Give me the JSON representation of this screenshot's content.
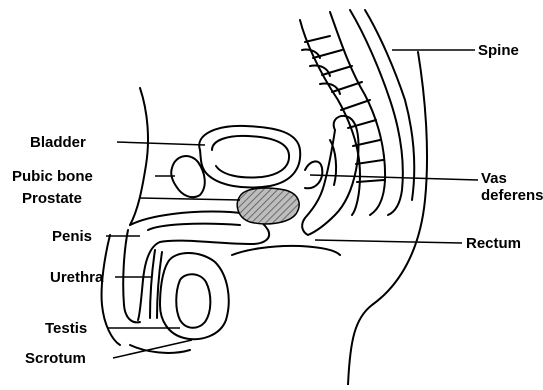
{
  "labels": {
    "spine": "Spine",
    "bladder": "Bladder",
    "pubic_bone": "Pubic bone",
    "prostate": "Prostate",
    "vas_deferens_line1": "Vas",
    "vas_deferens_line2": "deferens",
    "penis": "Penis",
    "rectum": "Rectum",
    "urethra": "Urethra",
    "testis": "Testis",
    "scrotum": "Scrotum"
  },
  "colors": {
    "background": "#ffffff",
    "line": "#000000",
    "prostate_fill": "#9a9a9a"
  }
}
